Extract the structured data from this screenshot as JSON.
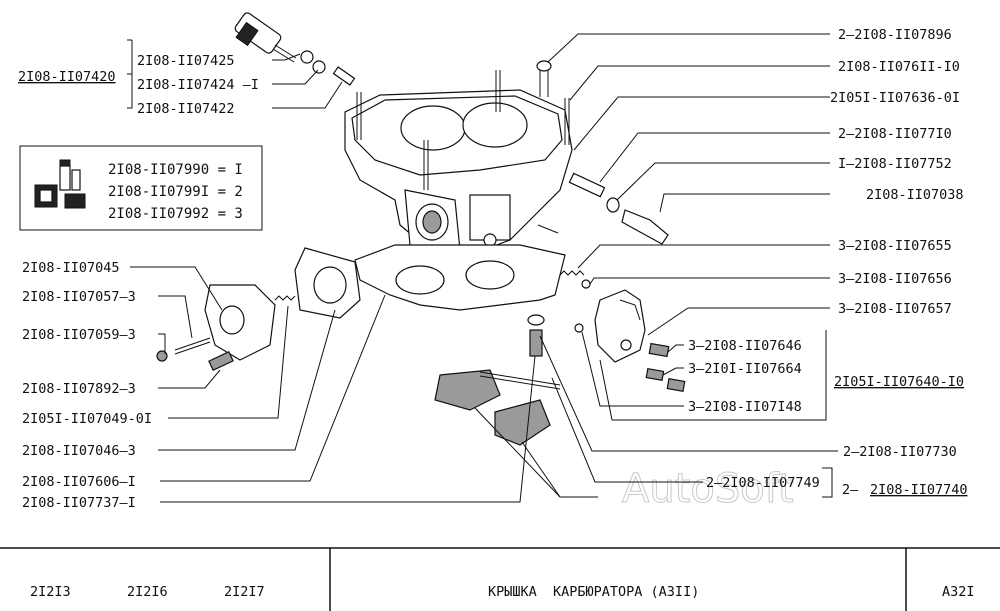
{
  "diagram": {
    "labels_right": [
      "2—2I08-II07896",
      "2I08-II076II-I0",
      "2I05I-II07636-0I",
      "2—2I08-II077I0",
      "I—2I08-II07752",
      "2I08-II07038",
      "3—2I08-II07655",
      "3—2I08-II07656",
      "3—2I08-II07657",
      "2—2I08-II07730"
    ],
    "group_right": {
      "items": [
        "3—2I08-II07646",
        "3—2I0I-II07664",
        "3—2I08-II07I48"
      ],
      "assembly": "2I05I-II07640-I0"
    },
    "group_bottom": {
      "item": "2—2I08-II07749",
      "assembly_prefix": "2—",
      "assembly": "2I08-II07740"
    },
    "group_top_left": {
      "items": [
        "2I08-II07425",
        "2I08-II07424 —I",
        "2I08-II07422"
      ],
      "assembly": "2I08-II07420"
    },
    "kit_box": [
      "2I08-II07990 = I",
      "2I08-II0799I = 2",
      "2I08-II07992 = 3"
    ],
    "labels_left": [
      "2I08-II07045",
      "2I08-II07057—3",
      "2I08-II07059—3",
      "2I08-II07892—3",
      "2I05I-II07049-0I",
      "2I08-II07046—3",
      "2I08-II07606—I",
      "2I08-II07737—I"
    ],
    "watermark": "AutoSoft"
  },
  "footer": {
    "models": [
      "2I2I3",
      "2I2I6",
      "2I2I7"
    ],
    "title": "КРЫШКА  КАРБЮРАТОРА (АЗII)",
    "page": "А32I"
  }
}
